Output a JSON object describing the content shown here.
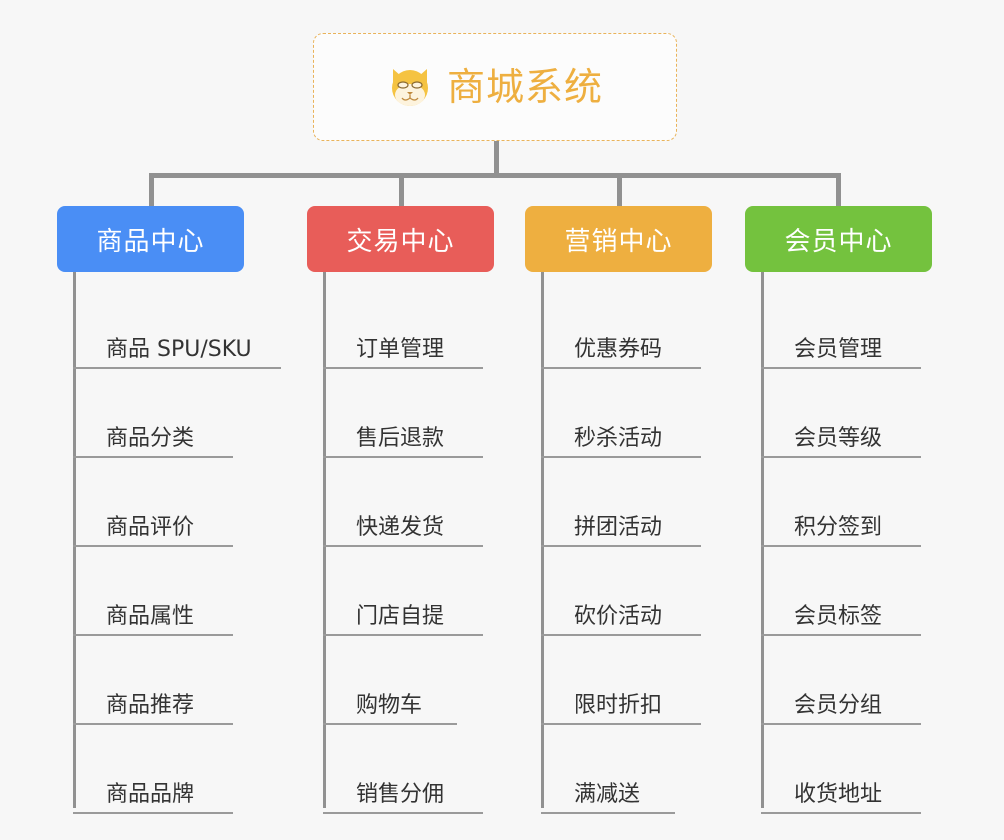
{
  "root": {
    "title": "商城系统",
    "icon": "dog-face-emoji",
    "border_color": "#e9b35a",
    "text_color": "#eeaf40"
  },
  "colors": {
    "background": "#f7f7f7",
    "connector": "#919191",
    "rule": "#9a9a9a",
    "item_text": "#333333",
    "blue": "#4a8ef5",
    "red": "#e85d59",
    "orange": "#eeaf40",
    "green": "#74c23e"
  },
  "columns": [
    {
      "title": "商品中心",
      "color": "#4a8ef5",
      "items": [
        "商品 SPU/SKU",
        "商品分类",
        "商品评价",
        "商品属性",
        "商品推荐",
        "商品品牌"
      ]
    },
    {
      "title": "交易中心",
      "color": "#e85d59",
      "items": [
        "订单管理",
        "售后退款",
        "快递发货",
        "门店自提",
        "购物车",
        "销售分佣"
      ]
    },
    {
      "title": "营销中心",
      "color": "#eeaf40",
      "items": [
        "优惠券码",
        "秒杀活动",
        "拼团活动",
        "砍价活动",
        "限时折扣",
        "满减送"
      ]
    },
    {
      "title": "会员中心",
      "color": "#74c23e",
      "items": [
        "会员管理",
        "会员等级",
        "积分签到",
        "会员标签",
        "会员分组",
        "收货地址"
      ]
    }
  ]
}
